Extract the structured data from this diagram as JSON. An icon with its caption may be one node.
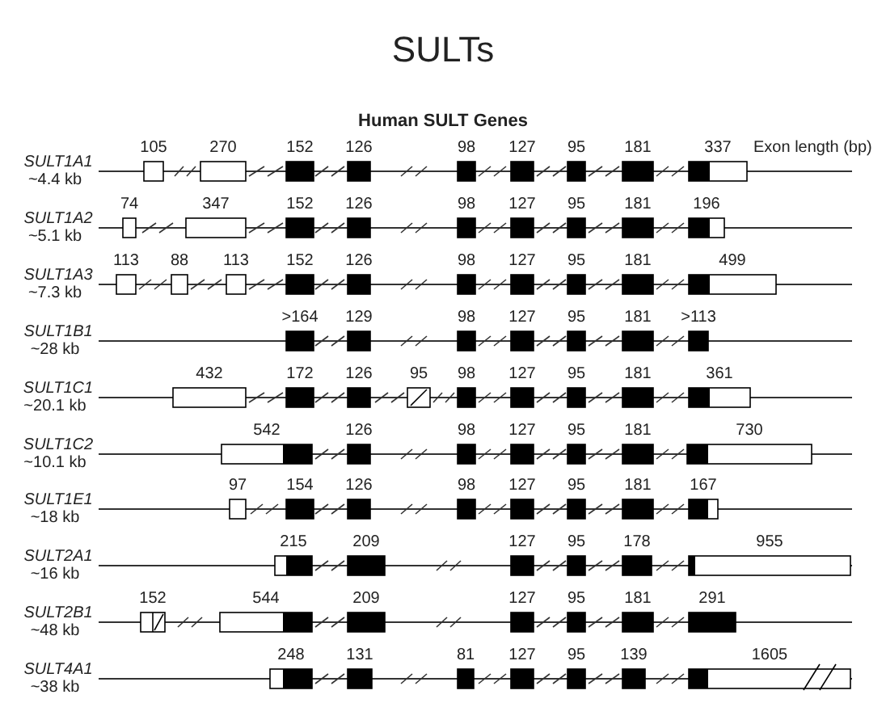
{
  "diagram": {
    "title": "SULTs",
    "labels": [
      "Human SULT Genes",
      "SULT1A1",
      "~4.4 kb",
      "105",
      "270",
      "152",
      "126",
      "98",
      "127",
      "95",
      "181",
      "337",
      "Exon length (bp)",
      "SULT1A2",
      "~5.1 kb",
      "74",
      "347",
      "152",
      "126",
      "98",
      "127",
      "95",
      "181",
      "196",
      "SULT1A3",
      "~7.3 kb",
      "113",
      "88",
      "113",
      "152",
      "126",
      "98",
      "127",
      "95",
      "181",
      "499",
      "SULT1B1",
      "~28 kb",
      ">164",
      "129",
      "98",
      "127",
      "95",
      "181",
      ">113",
      "SULT1C1",
      "~20.1 kb",
      "432",
      "172",
      "126",
      "95",
      "98",
      "127",
      "95",
      "181",
      "361",
      "SULT1C2",
      "~10.1 kb",
      "542",
      "126",
      "98",
      "127",
      "95",
      "181",
      "730",
      "SULT1E1",
      "~18 kb",
      "97",
      "154",
      "126",
      "98",
      "127",
      "95",
      "181",
      "167",
      "SULT2A1",
      "~16 kb",
      "215",
      "209",
      "127",
      "95",
      "178",
      "955",
      "SULT2B1",
      "~48 kb",
      "152",
      "544",
      "209",
      "127",
      "95",
      "181",
      "291",
      "SULT4A1",
      "~38 kb",
      "248",
      "131",
      "81",
      "127",
      "95",
      "139",
      "1605"
    ]
  }
}
